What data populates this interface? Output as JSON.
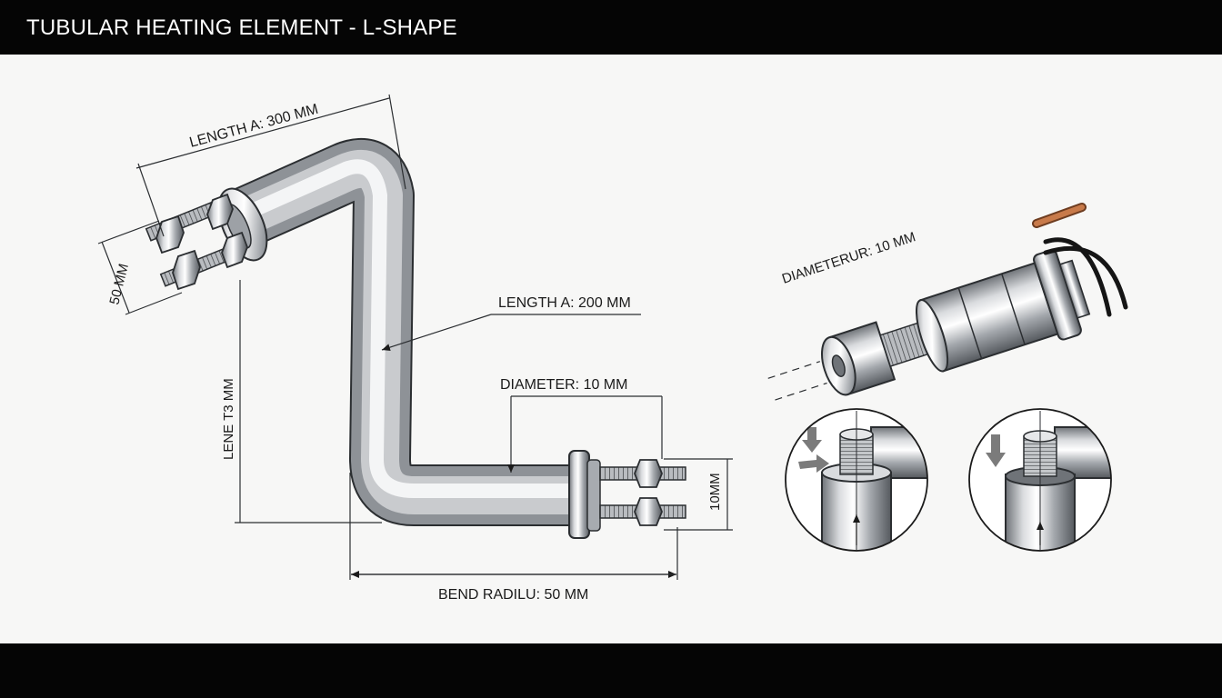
{
  "header": {
    "title": "TUBULAR HEATING ELEMENT - L-SHAPE"
  },
  "labels": {
    "length_a_300": "LENGTH A: 300 MM",
    "length_a_200": "LENGTH A: 200 MM",
    "diameter_main": "DIAMETER: 10 MM",
    "height_50": "50 MM",
    "height_left": "LENE T3 MM",
    "height_right": "10MM",
    "bend_radius": "BEND RADILU: 50 MM",
    "diameter_detail": "DIAMETERUR: 10 MM"
  },
  "colors": {
    "bar": "#050505",
    "background": "#f7f7f6",
    "steel": "#b9bcc0",
    "copper": "#c87a4a",
    "wire": "#151515",
    "arrow": "#7b7b7b"
  }
}
